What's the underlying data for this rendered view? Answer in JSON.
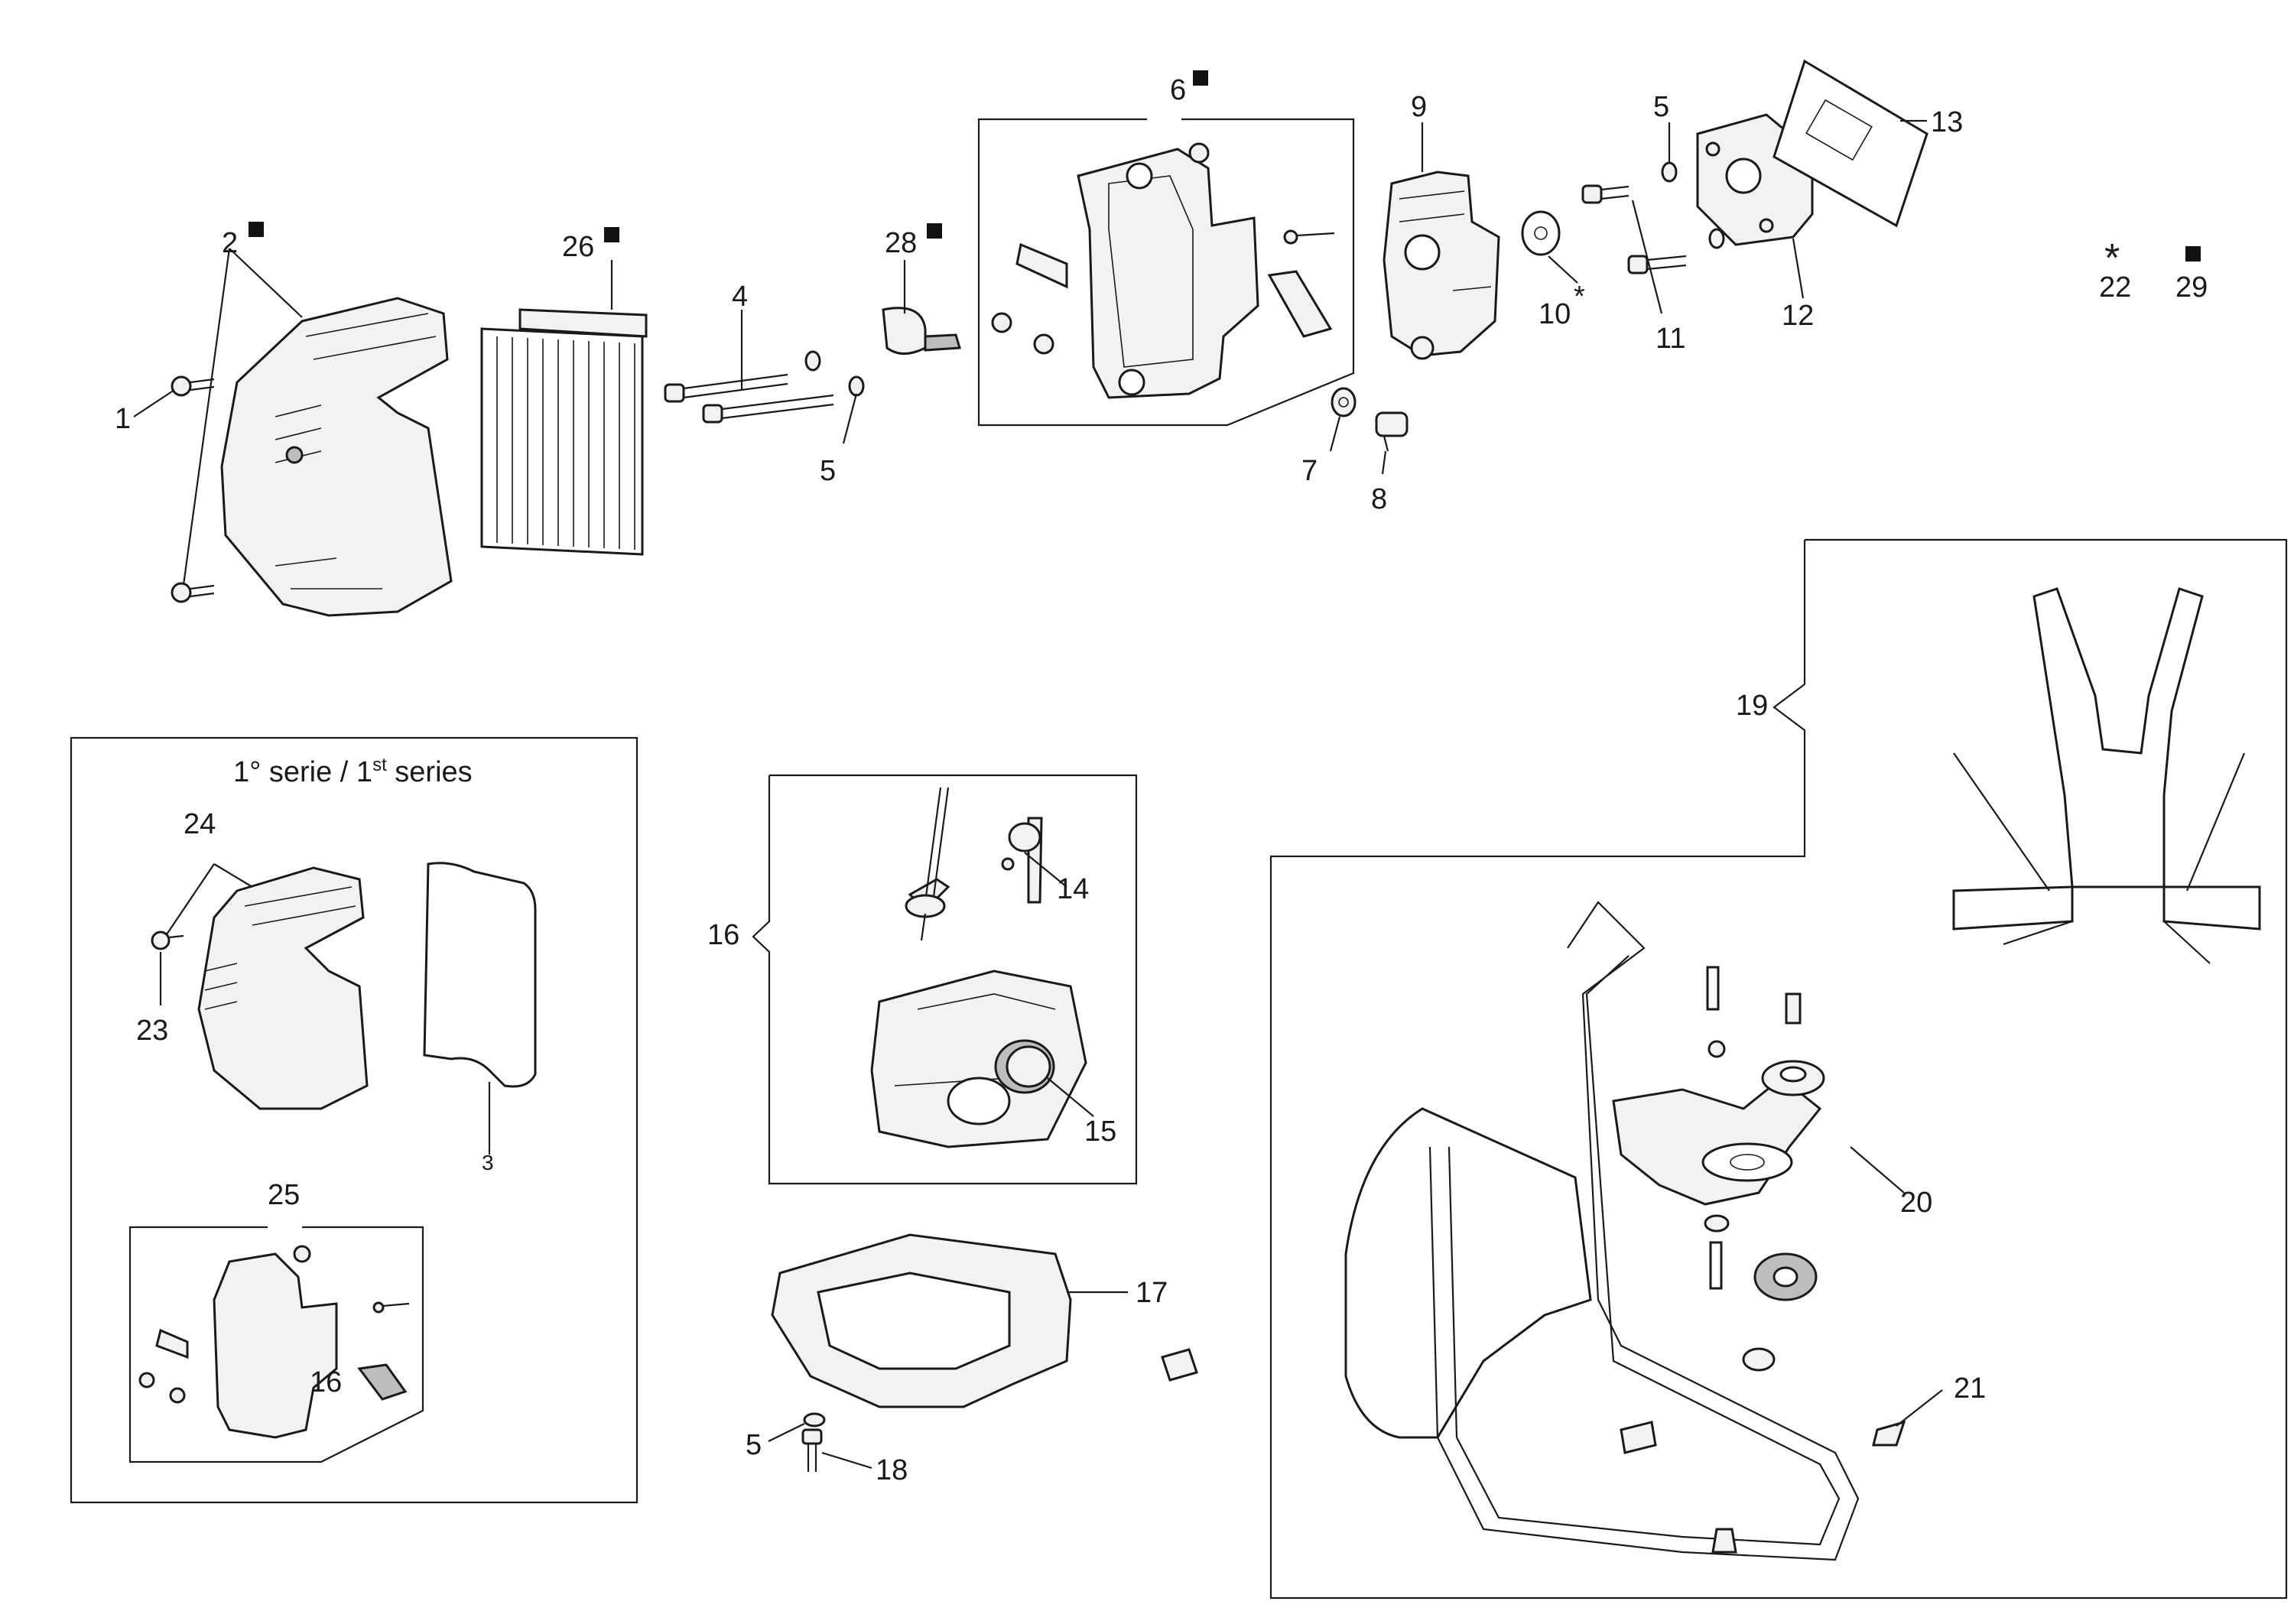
{
  "labels": {
    "p1": "1",
    "p2": "2",
    "p3": "3",
    "p4": "4",
    "p5a": "5",
    "p5b": "5",
    "p5c": "5",
    "p6": "6",
    "p7": "7",
    "p8": "8",
    "p9": "9",
    "p10": "10",
    "p11": "11",
    "p12": "12",
    "p13": "13",
    "p14": "14",
    "p15": "15",
    "p16a": "16",
    "p16b": "16",
    "p17": "17",
    "p18": "18",
    "p19": "19",
    "p20": "20",
    "p21": "21",
    "p22": "22",
    "p23": "23",
    "p24": "24",
    "p25": "25",
    "p26": "26",
    "p28": "28",
    "p29": "29"
  },
  "symbols": {
    "asterisk": "*"
  },
  "inset": {
    "title_main": "1° serie / 1",
    "title_sup": "st",
    "title_end": " series"
  },
  "colors": {
    "line": "#1a1a1a",
    "part_fill": "#f2f2f2",
    "part_dark": "#bdbdbd",
    "marker": "#111111"
  }
}
